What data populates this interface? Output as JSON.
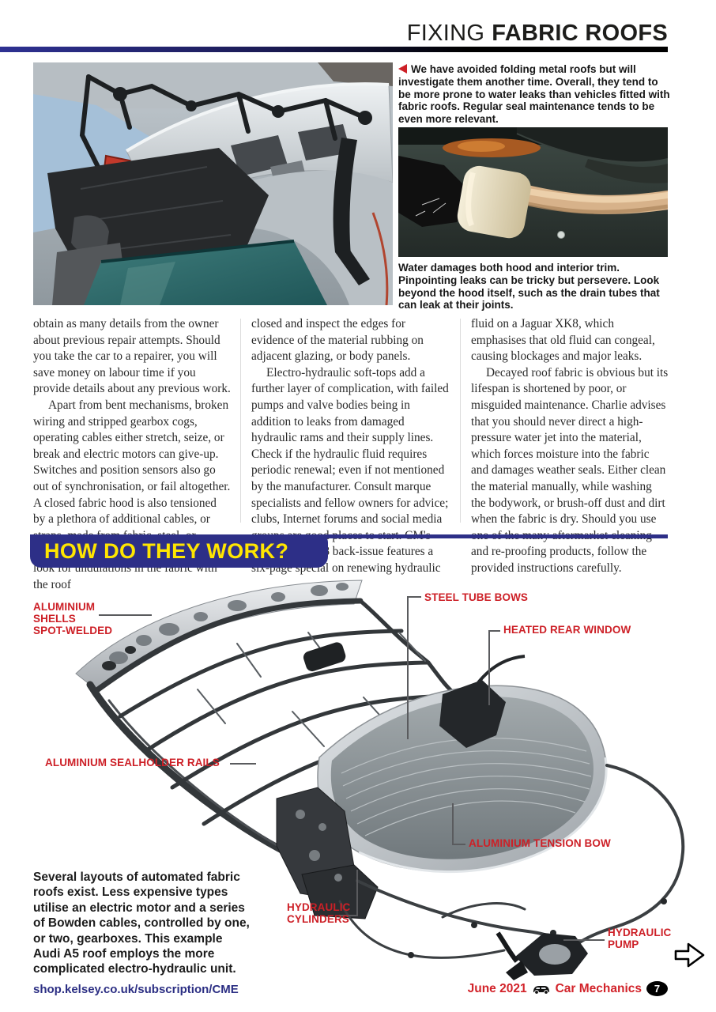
{
  "header": {
    "title_light": "FIXING",
    "title_bold": "FABRIC ROOFS"
  },
  "captions": {
    "intro": "We have avoided folding metal roofs but will investigate them another time. Overall, they tend to be more prone to water leaks than vehicles fitted with fabric roofs. Regular seal maintenance tends to be even more relevant.",
    "drain": "Water damages both hood and interior trim. Pinpointing leaks can be tricky but persevere. Look beyond the hood itself, such as the drain tubes that can leak at their joints."
  },
  "article": {
    "columns": [
      {
        "paragraphs": [
          "obtain as many details from the owner about previous repair attempts. Should you take the car to a repairer, you will save money on labour time if you provide details about any previous work.",
          "Apart from bent mechanisms, broken wiring and stripped gearbox cogs, operating cables either stretch, seize, or break and electric motors can give-up. Switches and position sensors also go out of synchronisation, or fail altogether. A closed fabric hood is also tensioned by a plethora of additional cables, or straps, made from fabric, steel, or plastic. These can also rot, or detach, so look for undulations in the fabric with the roof"
        ]
      },
      {
        "paragraphs": [
          "closed and inspect the edges for evidence of the material rubbing on adjacent glazing, or body panels.",
          "Electro-hydraulic soft-tops add a further layer of complication, with failed pumps and valve bodies being in addition to leaks from damaged hydraulic rams and their supply lines. Check if the hydraulic fluid requires periodic renewal; even if not mentioned by the manufacturer. Consult marque specialists and fellow owners for advice; clubs, Internet forums and social media groups are good places to start. CM's November 2018 back-issue features a six-page special on renewing hydraulic"
        ]
      },
      {
        "paragraphs": [
          "fluid on a Jaguar XK8, which emphasises that old fluid can congeal, causing blockages and major leaks.",
          "Decayed roof fabric is obvious but its lifespan is shortened by poor, or misguided maintenance. Charlie advises that you should never direct a high-pressure water jet into the material, which forces moisture into the fabric and damages weather seals. Either clean the material manually, while washing the bodywork, or brush-off dust and dirt when the fabric is dry. Should you use one of the many aftermarket cleaning and re-proofing products, follow the provided instructions carefully."
        ]
      }
    ]
  },
  "section": {
    "title": "HOW DO THEY WORK?"
  },
  "diagram": {
    "labels": {
      "shells": "ALUMINIUM\nSHELLS\nSPOT-WELDED",
      "bows": "STEEL TUBE BOWS",
      "window": "HEATED REAR WINDOW",
      "rails": "ALUMINIUM SEALHOLDER RAILS",
      "tension": "ALUMINIUM TENSION BOW",
      "cylinders": "HYDRAULIC\nCYLINDERS",
      "pump": "HYDRAULIC\nPUMP"
    },
    "caption": "Several layouts of automated fabric roofs exist. Less expensive types utilise an electric motor and a series of Bowden cables, controlled by one, or two, gearboxes. This example Audi A5 roof employs the more complicated electro-hydraulic unit."
  },
  "footer": {
    "url": "shop.kelsey.co.uk/subscription/CME",
    "issue": "June 2021",
    "magazine": "Car Mechanics",
    "page": "7"
  },
  "icons": {
    "intro_marker": "left-arrow-icon",
    "car": "car-icon",
    "page_turn": "page-turn-icon"
  },
  "colors": {
    "accent_red": "#cd2027",
    "navy": "#2d2f87",
    "banner_yellow": "#ffe600",
    "footer_red": "#d2232a",
    "footer_navy": "#2b2e83"
  }
}
